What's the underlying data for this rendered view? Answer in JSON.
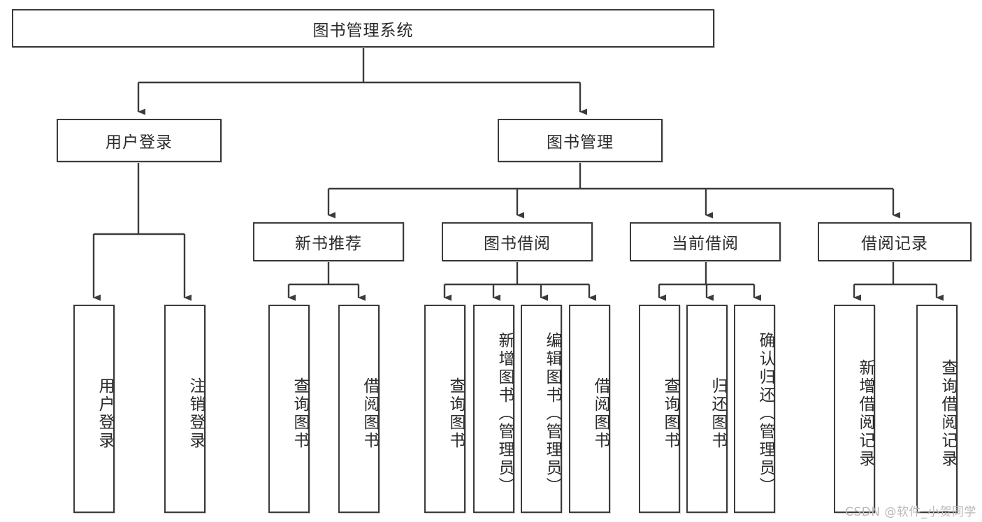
{
  "diagram": {
    "title": "图书管理系统",
    "type": "tree",
    "root": {
      "label": "图书管理系统"
    },
    "level2": [
      {
        "label": "用户登录"
      },
      {
        "label": "图书管理"
      }
    ],
    "level3": [
      {
        "label": "新书推荐"
      },
      {
        "label": "图书借阅"
      },
      {
        "label": "当前借阅"
      },
      {
        "label": "借阅记录"
      }
    ],
    "leaves": {
      "user_login": [
        {
          "label": "用户登录"
        },
        {
          "label": "注销登录"
        }
      ],
      "new_book_recommend": [
        {
          "label": "查询图书"
        },
        {
          "label": "借阅图书"
        }
      ],
      "book_borrow": [
        {
          "label": "查询图书"
        },
        {
          "label": "新增图书（管理员）"
        },
        {
          "label": "编辑图书（管理员）"
        },
        {
          "label": "借阅图书"
        }
      ],
      "current_borrow": [
        {
          "label": "查询图书"
        },
        {
          "label": "归还图书"
        },
        {
          "label": "确认归还（管理员）"
        }
      ],
      "borrow_record": [
        {
          "label": "新增借阅记录"
        },
        {
          "label": "查询借阅记录"
        }
      ]
    }
  },
  "watermark": {
    "text": "CSDN @软件_小贺同学"
  },
  "colors": {
    "stroke": "#3b3b3b",
    "text": "#2b2b2b",
    "background": "#ffffff",
    "watermark": "#b9b9b9"
  }
}
